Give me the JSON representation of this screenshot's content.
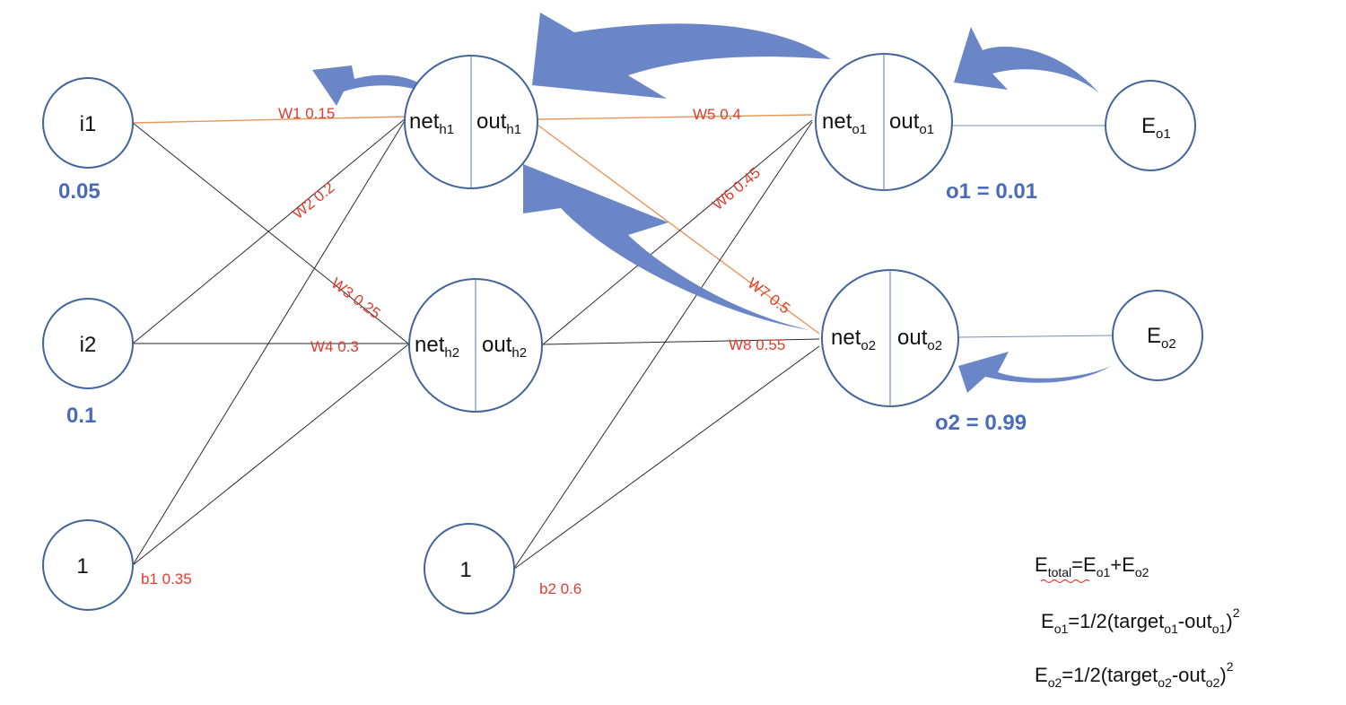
{
  "nodes": {
    "i1": "i1",
    "i2": "i2",
    "bias1": "1",
    "bias2": "1",
    "h1": {
      "net": "net",
      "net_sub": "h1",
      "out": "out",
      "out_sub": "h1"
    },
    "h2": {
      "net": "net",
      "net_sub": "h2",
      "out": "out",
      "out_sub": "h2"
    },
    "o1": {
      "net": "net",
      "net_sub": "o1",
      "out": "out",
      "out_sub": "o1"
    },
    "o2": {
      "net": "net",
      "net_sub": "o2",
      "out": "out",
      "out_sub": "o2"
    },
    "e_o1": {
      "base": "E",
      "sub": "o1"
    },
    "e_o2": {
      "base": "E",
      "sub": "o2"
    }
  },
  "inputs": {
    "i1": "0.05",
    "i2": "0.1"
  },
  "targets": {
    "o1": "o1 = 0.01",
    "o2": "o2 = 0.99"
  },
  "weights": {
    "w1": "W1  0.15",
    "w2": "W2  0.2",
    "w3": "W3  0.25",
    "w4": "W4  0.3",
    "w5": "W5  0.4",
    "w6": "W6  0.45",
    "w7": "W7  0.5",
    "w8": "W8  0.55",
    "b1": "b1  0.35",
    "b2": "b2  0.6"
  },
  "formulas": {
    "total": {
      "lhs": "E",
      "lhs_sub": "total",
      "eq": "=",
      "a": "E",
      "a_sub": "o1",
      "plus": "+",
      "b": "E",
      "b_sub": "o2"
    },
    "eo1": {
      "lhs": "E",
      "lhs_sub": "o1",
      "rhs_pre": "=1/2(target",
      "t_sub": "o1",
      "minus": "-out",
      "o_sub": "o1",
      "close": ")",
      "sup": "2"
    },
    "eo2": {
      "lhs": "E",
      "lhs_sub": "o2",
      "rhs_pre": "=1/2(target",
      "t_sub": "o2",
      "minus": "-out",
      "o_sub": "o2",
      "close": ")",
      "sup": "2"
    }
  },
  "colors": {
    "node_stroke": "#41649b",
    "arrow": "#6b86c6",
    "weight_text": "#e53b2d",
    "value_text": "#4a6cb8",
    "orange_edge": "#e7965a"
  }
}
